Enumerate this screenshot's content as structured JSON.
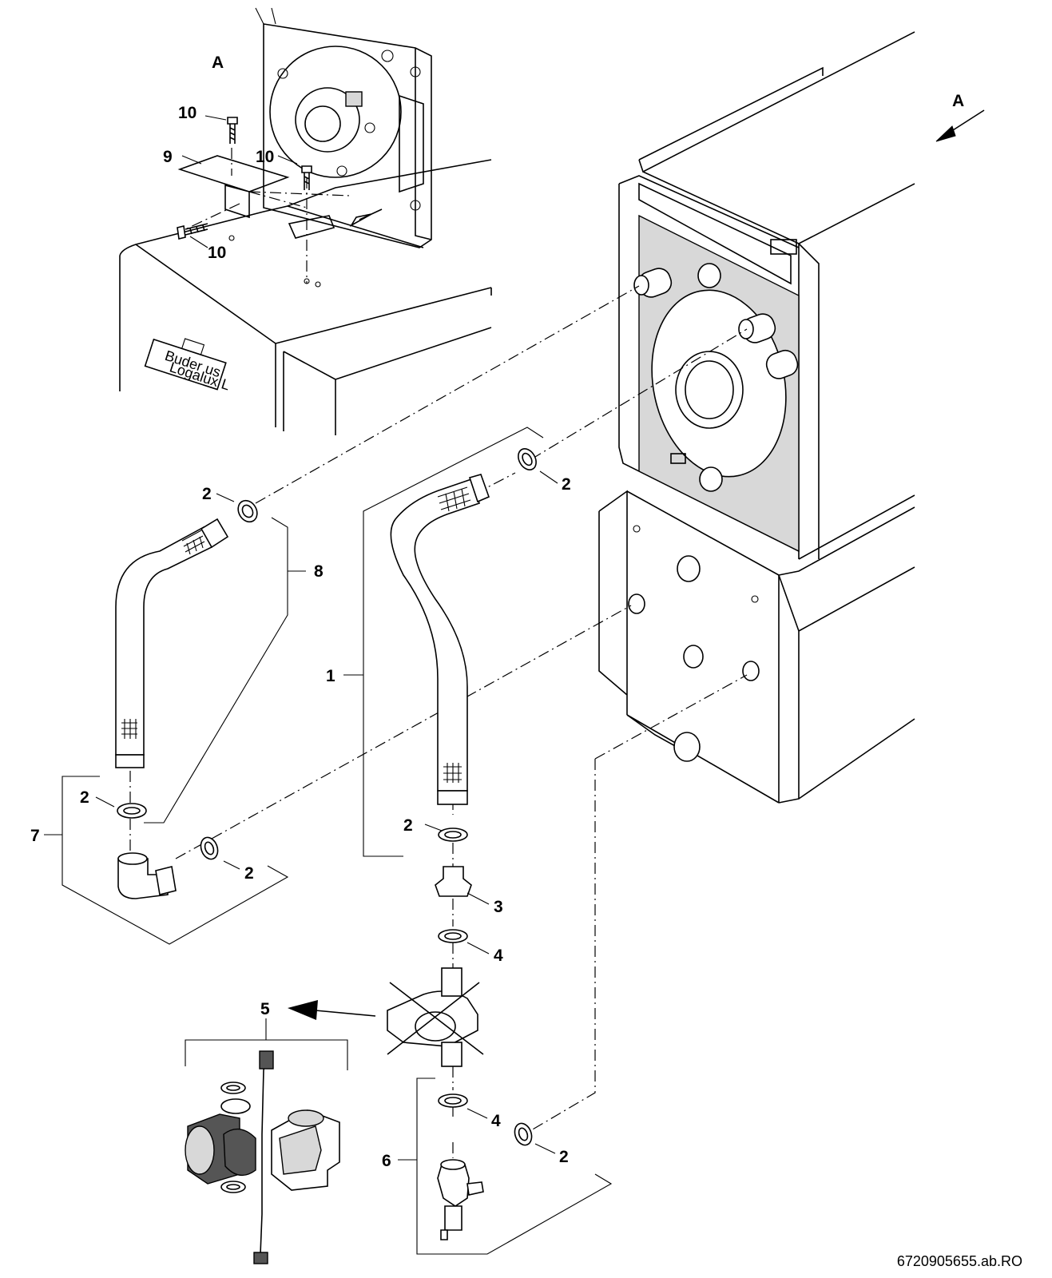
{
  "view_labels": {
    "view_a_inset": "A",
    "view_a_arrow": "A"
  },
  "callouts": {
    "c1": "1",
    "c2a": "2",
    "c2b": "2",
    "c2c": "2",
    "c2d": "2",
    "c2e": "2",
    "c2f": "2",
    "c3": "3",
    "c4a": "4",
    "c4b": "4",
    "c5": "5",
    "c6": "6",
    "c7": "7",
    "c8": "8",
    "c9": "9",
    "c10a": "10",
    "c10b": "10",
    "c10c": "10"
  },
  "brand_plate": {
    "line1": "Buder us",
    "line2": "Logalux L"
  },
  "reference_number": "6720905655.ab.RO"
}
